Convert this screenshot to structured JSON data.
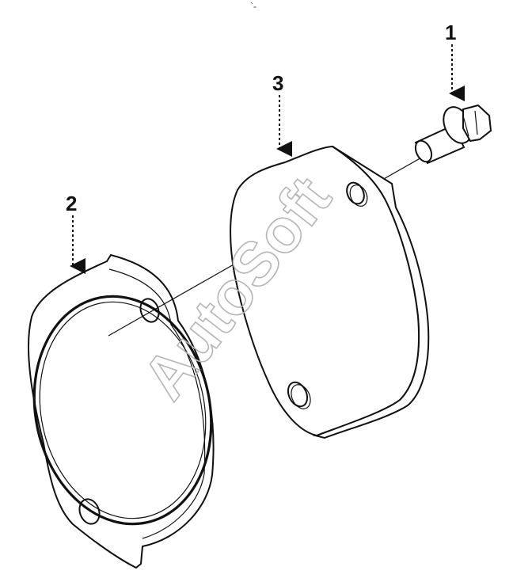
{
  "diagram": {
    "callouts": [
      {
        "id": "1",
        "label": "1",
        "part": "bolt"
      },
      {
        "id": "2",
        "label": "2",
        "part": "gasket"
      },
      {
        "id": "3",
        "label": "3",
        "part": "cover-plate"
      }
    ],
    "top_mark": "`-",
    "watermark": "AutoSoft",
    "colors": {
      "line": "#111111",
      "watermark": "#bfbfbf",
      "background": "#ffffff"
    }
  }
}
